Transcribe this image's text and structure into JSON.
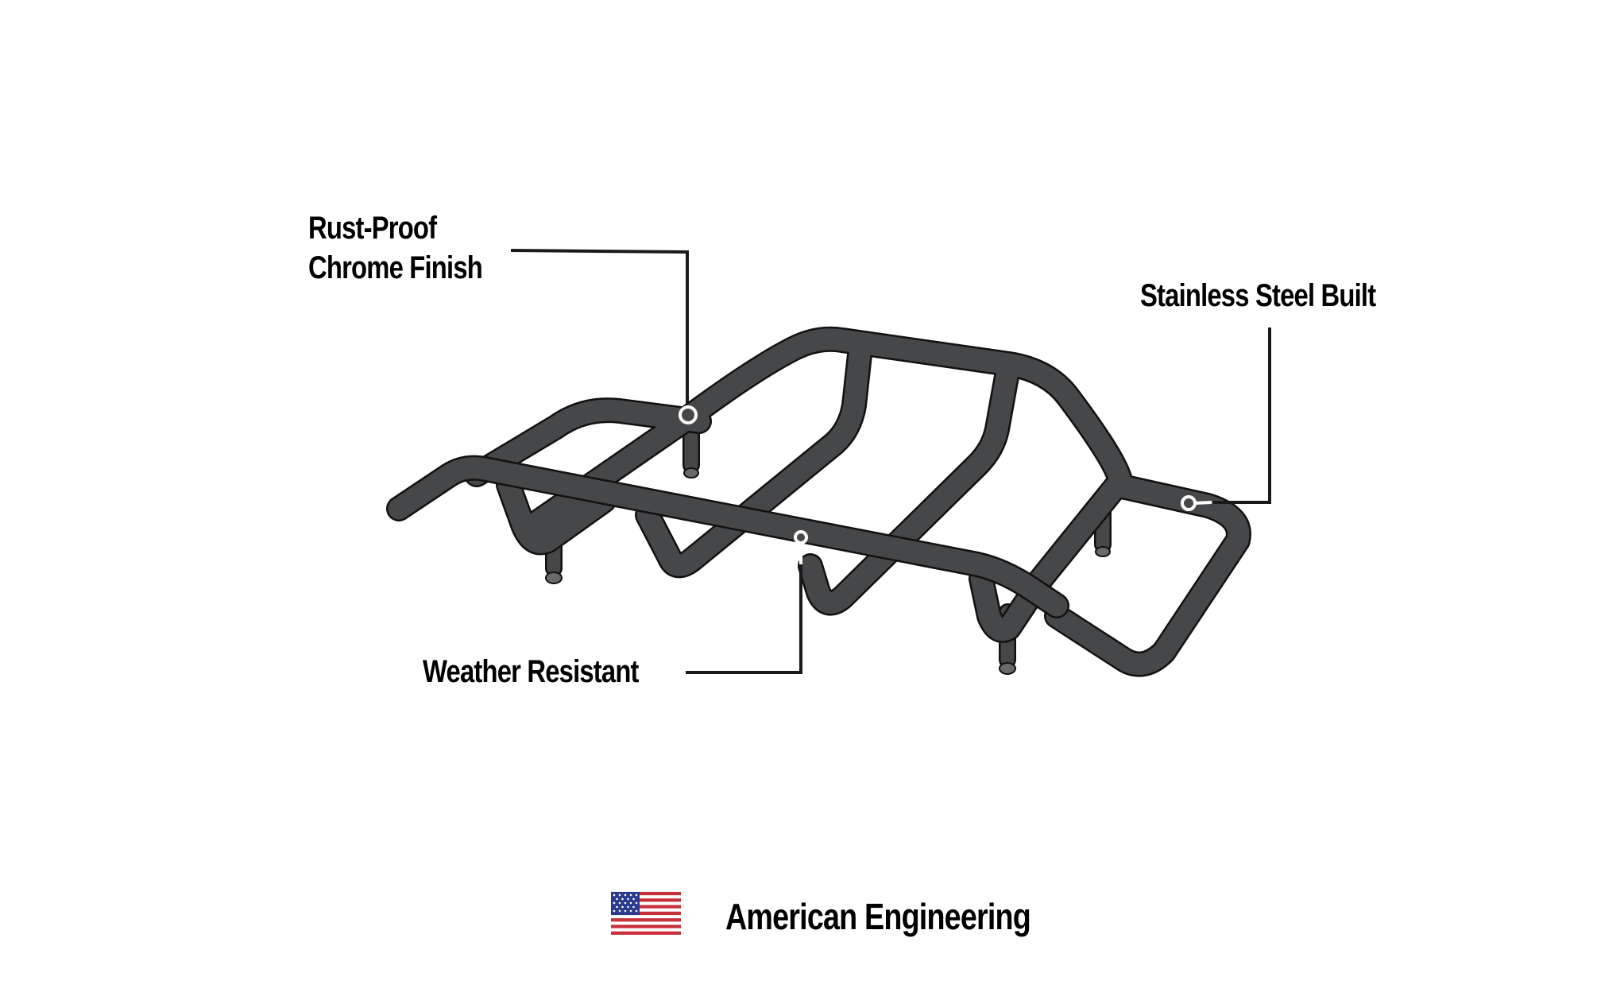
{
  "callouts": {
    "rust_proof": {
      "line1": "Rust-Proof",
      "line2": "Chrome Finish"
    },
    "stainless": {
      "label": "Stainless Steel Built"
    },
    "weather": {
      "label": "Weather Resistant"
    }
  },
  "footer": {
    "flag_icon": "us-flag-icon",
    "label": "American Engineering"
  },
  "colors": {
    "tube": "#464749",
    "outline": "#111111",
    "leader": "#1a1a1a",
    "flag_red": "#c8303a",
    "flag_blue": "#2a3a8c"
  }
}
